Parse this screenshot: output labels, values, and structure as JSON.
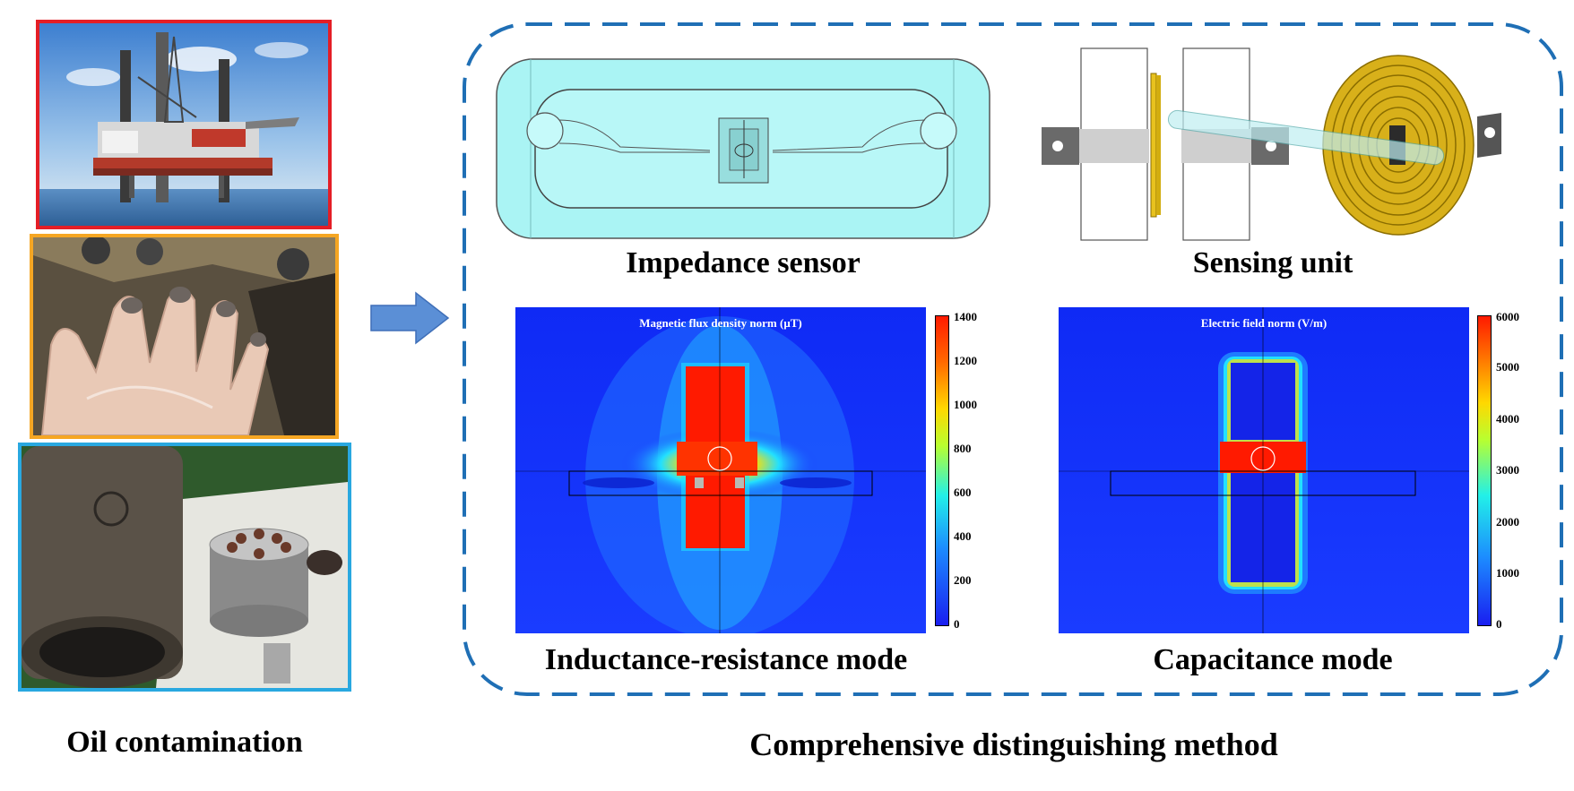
{
  "left": {
    "caption": "Oil contamination",
    "photos": [
      {
        "name": "offshore-platform-photo",
        "border_color": "#e41e26"
      },
      {
        "name": "oily-hand-photo",
        "border_color": "#f5a623"
      },
      {
        "name": "hydraulic-pump-photo",
        "border_color": "#29a8e0"
      }
    ]
  },
  "arrow": {
    "name": "right-arrow-icon",
    "color": "#5b8fd6"
  },
  "panel": {
    "border_color": "#1f6fb5",
    "impedance_sensor_label": "Impedance sensor",
    "sensing_unit_label": "Sensing unit",
    "ir_mode_label": "Inductance-resistance mode",
    "cap_mode_label": "Capacitance mode",
    "magnetic_map": {
      "title": "Magnetic flux density norm (μT)",
      "ticks": [
        "1400",
        "1200",
        "1000",
        "800",
        "600",
        "400",
        "200",
        "0"
      ]
    },
    "electric_map": {
      "title": "Electric field norm (V/m)",
      "ticks": [
        "6000",
        "5000",
        "4000",
        "3000",
        "2000",
        "1000",
        "0"
      ]
    }
  },
  "bottom_caption": "Comprehensive distinguishing method",
  "colors": {
    "field_blue": "#1a3cff",
    "field_red": "#ff1a00",
    "sensor_cyan": "#aaf4f4",
    "coil_gold": "#e8c21e"
  }
}
